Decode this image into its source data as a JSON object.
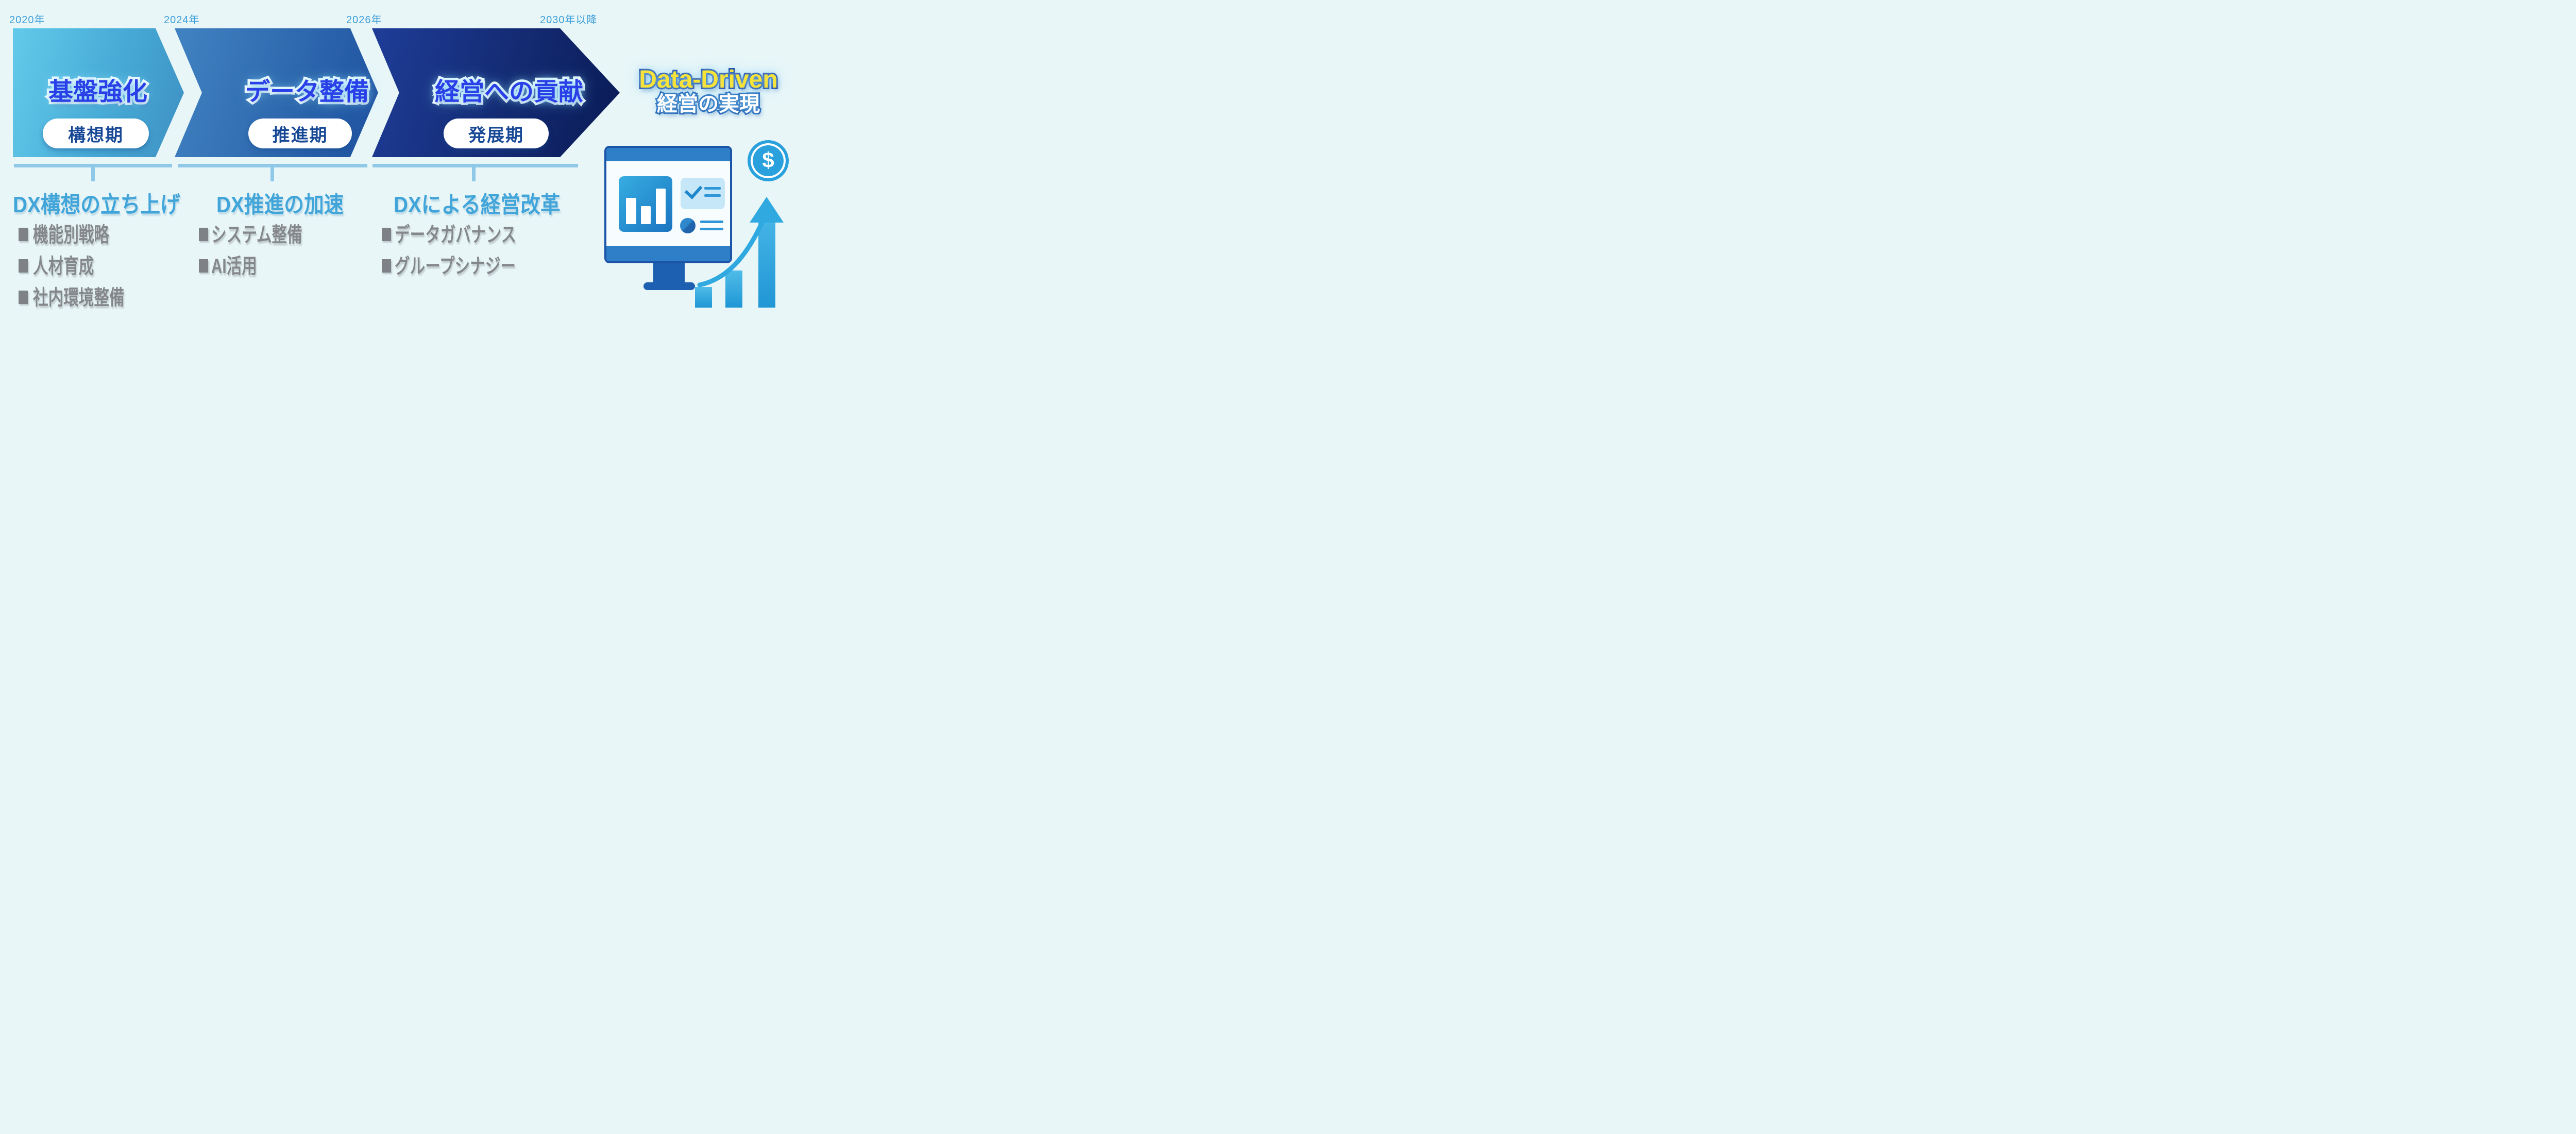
{
  "timeline": {
    "years": [
      "2020年",
      "2024年",
      "2026年",
      "2030年以降"
    ]
  },
  "phases": [
    {
      "title": "基盤強化",
      "stage": "構想期",
      "heading": "DX構想の立ち上げ",
      "bullets": [
        "機能別戦略",
        "人材育成",
        "社内環境整備"
      ]
    },
    {
      "title": "データ整備",
      "stage": "推進期",
      "heading": "DX推進の加速",
      "bullets": [
        "システム整備",
        "AI活用"
      ]
    },
    {
      "title": "経営への貢献",
      "stage": "発展期",
      "heading": "DXによる経営改革",
      "bullets": [
        "データガバナンス",
        "グループシナジー"
      ]
    }
  ],
  "goal": {
    "line1": "Data-Driven",
    "line2": "経営の実現"
  },
  "illustration": {
    "coin_symbol": "$",
    "icons": [
      "monitor-dashboard-icon",
      "bar-chart-icon",
      "checklist-card-icon",
      "pie-circle-icon",
      "dollar-coin-icon",
      "growth-bars-icon",
      "rising-arrow-icon"
    ]
  },
  "colors": {
    "background": "#E8F6F8",
    "year_label": "#3E9FD8",
    "chevron1_start": "#63CAEA",
    "chevron1_end": "#3E90C3",
    "chevron2_start": "#4183C2",
    "chevron2_end": "#1E51A0",
    "chevron3_start": "#1E3D98",
    "chevron3_end": "#091A55",
    "phase_title": "#2A3FE8",
    "stage_text": "#174896",
    "underline": "#8FC9E7",
    "heading": "#41A5DA",
    "bullet_text": "#85888B",
    "goal_yellow": "#F5E33C",
    "illustration_blue": "#2AA1DC"
  }
}
